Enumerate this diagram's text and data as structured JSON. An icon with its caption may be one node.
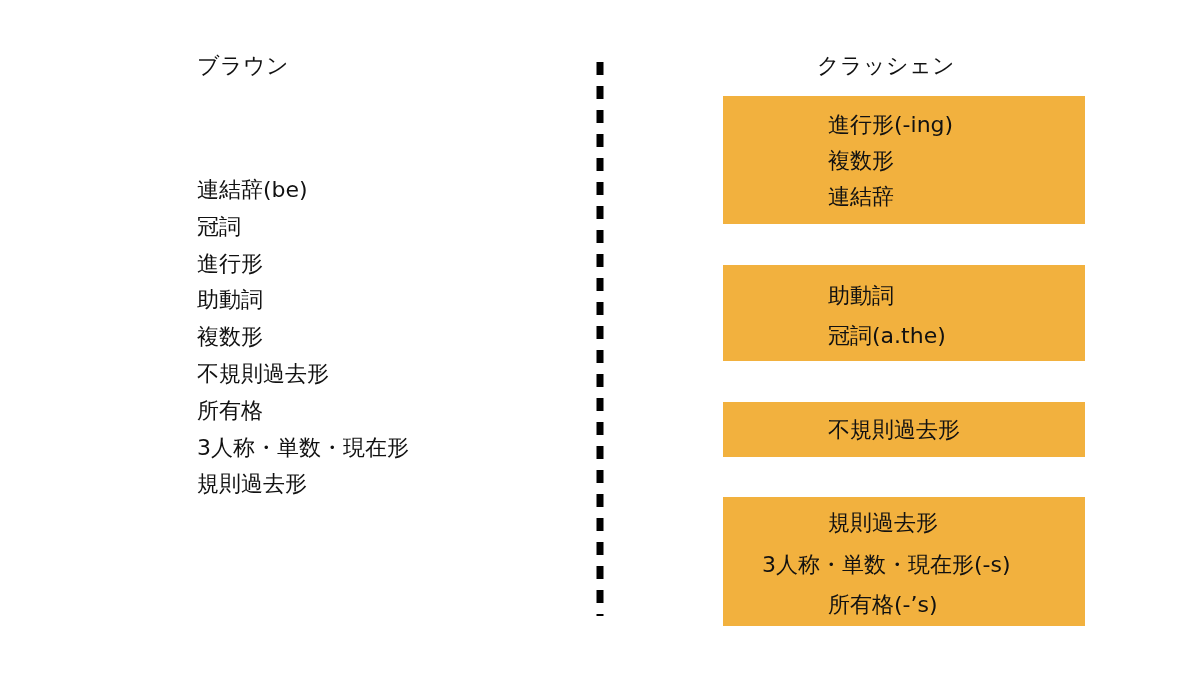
{
  "diagram": {
    "nodes": [
      {
        "text": [
          "進行形(-ing)",
          "複数形",
          "連結辞"
        ]
      },
      {
        "text": [
          "助動詞",
          "冠詞(a.the)"
        ]
      },
      {
        "text": [
          "不規則過去形"
        ]
      },
      {
        "text": [
          "規則過去形",
          "3人称・単数・現在形(-s)",
          "所有格(-’s)"
        ]
      }
    ],
    "labels": [
      "ブラウン",
      "クラッシェン",
      "連結辞(be)",
      "冠詞",
      "進行形",
      "助動詞",
      "複数形",
      "不規則過去形",
      "所有格",
      "3人称・単数・現在形",
      "規則過去形"
    ]
  }
}
